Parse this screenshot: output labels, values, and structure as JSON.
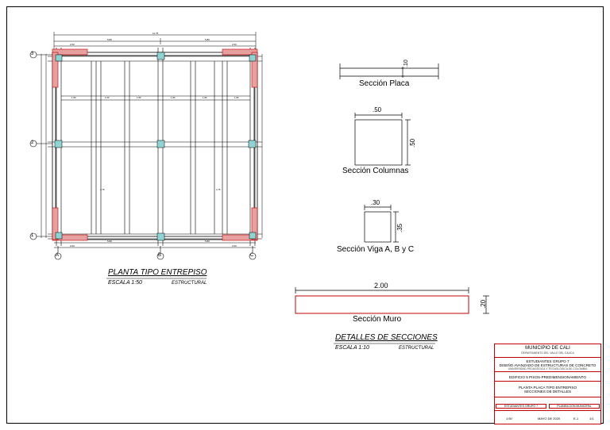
{
  "plan": {
    "axes_vertical": [
      "A",
      "B",
      "C"
    ],
    "axes_horizontal": [
      "3",
      "2",
      "1"
    ],
    "title": "PLANTA TIPO ENTREPISO",
    "scale": "ESCALA 1:50",
    "discipline": "ESTRUCTURAL"
  },
  "sections": {
    "placa": {
      "label": "Sección Placa",
      "dim": ".10"
    },
    "columnas": {
      "label": "Sección Columnas",
      "width": ".50",
      "height": ".50"
    },
    "viga": {
      "label": "Sección Viga A, B y C",
      "width": ".30",
      "height": ".35"
    },
    "muro": {
      "label": "Sección Muro",
      "width": "2.00",
      "height": ".20"
    }
  },
  "details": {
    "title": "DETALLES DE SECCIONES",
    "scale": "ESCALA 1:10",
    "discipline": "ESTRUCTURAL"
  },
  "title_block": {
    "municipality": "MUNICIPIO DE CALI",
    "department": "DEPARTAMENTO DEL VALLE DEL CAUCA",
    "students": "ESTUDIANTES GRUPO 7",
    "course": "DISEÑO AVANZADO DE ESTRUCTURAS DE CONCRETO",
    "university": "UNIVERSIDAD PEDAGÓGICA Y TECNOLÓGICA DE COLOMBIA",
    "project": "EDIFICIO 5 PISOS-PREDIMENSIONAMIENTO",
    "content_line1": "PLANTA PLACA TIPO ENTREPISO",
    "content_line2": "SECCIONES DE DETALLES",
    "designer": "ESTUDIANTES GRUPO 7",
    "approver": "PLANEACIÓN MUNICIPAL",
    "scale": "1:50",
    "date": "MAYO DE 2020",
    "sheet": "E-1",
    "sheet_total": "1/1"
  },
  "colors": {
    "line": "#000000",
    "red": "#c00000",
    "column": "#8fd3d3",
    "hatch": "#e6a0a0"
  }
}
